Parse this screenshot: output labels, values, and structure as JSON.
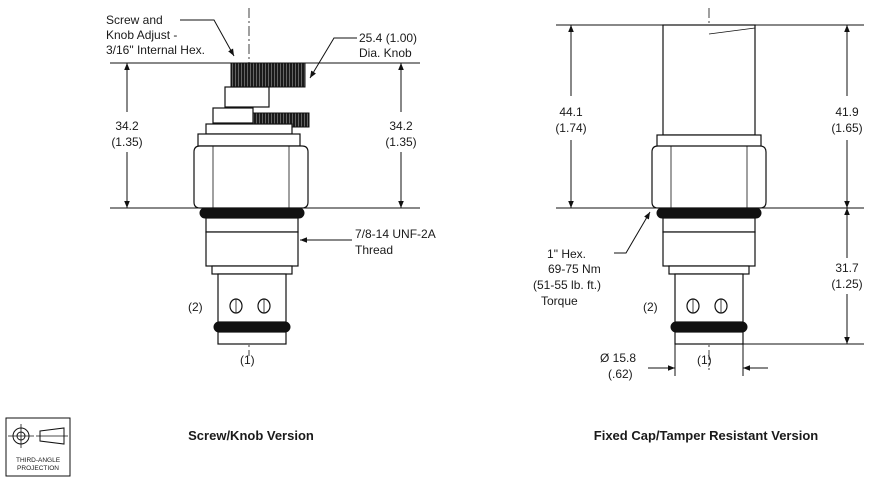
{
  "left_view": {
    "callout_screw_knob": [
      "Screw and",
      "Knob Adjust -",
      "3/16\" Internal Hex."
    ],
    "callout_knob_dia": [
      "25.4 (1.00)",
      "Dia. Knob"
    ],
    "dim_left": [
      "34.2",
      "(1.35)"
    ],
    "dim_right": [
      "34.2",
      "(1.35)"
    ],
    "callout_thread": [
      "7/8-14 UNF-2A",
      "Thread"
    ],
    "port_2": "(2)",
    "port_1": "(1)",
    "caption": "Screw/Knob Version"
  },
  "right_view": {
    "dim_top_left": [
      "44.1",
      "(1.74)"
    ],
    "dim_top_right": [
      "41.9",
      "(1.65)"
    ],
    "callout_hex": [
      "1\" Hex.",
      "69-75 Nm",
      "(51-55 lb. ft.)",
      "Torque"
    ],
    "dim_bottom_right": [
      "31.7",
      "(1.25)"
    ],
    "dim_dia": [
      "Ø 15.8",
      "(.62)"
    ],
    "port_2": "(2)",
    "port_1": "(1)",
    "caption": "Fixed Cap/Tamper Resistant Version"
  },
  "projection_symbol": {
    "label": [
      "THIRD-ANGLE",
      "PROJECTION"
    ]
  }
}
